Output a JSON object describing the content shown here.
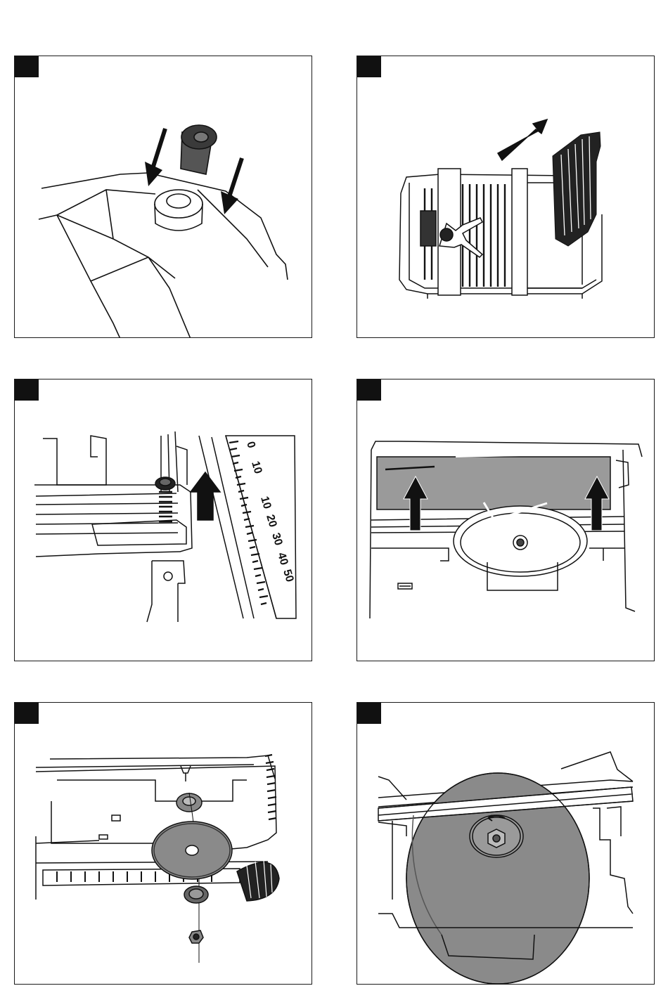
{
  "panels": [
    {
      "id": "fig-1",
      "subject": "rubber-foot-insertion"
    },
    {
      "id": "fig-2",
      "subject": "blade-guard-removal"
    },
    {
      "id": "fig-3",
      "subject": "rip-fence-screw-adjustment"
    },
    {
      "id": "fig-4",
      "subject": "table-insert-lift"
    },
    {
      "id": "fig-5",
      "subject": "blade-flange-nut-exploded"
    },
    {
      "id": "fig-6",
      "subject": "blade-installed"
    }
  ],
  "scale_labels": [
    "0",
    "10",
    "10",
    "20",
    "30",
    "40",
    "50"
  ],
  "colors": {
    "line": "#111111",
    "panel_tag": "#111111",
    "blade_fill": "#8a8a8a",
    "insert_fill": "#9a9a9a"
  }
}
